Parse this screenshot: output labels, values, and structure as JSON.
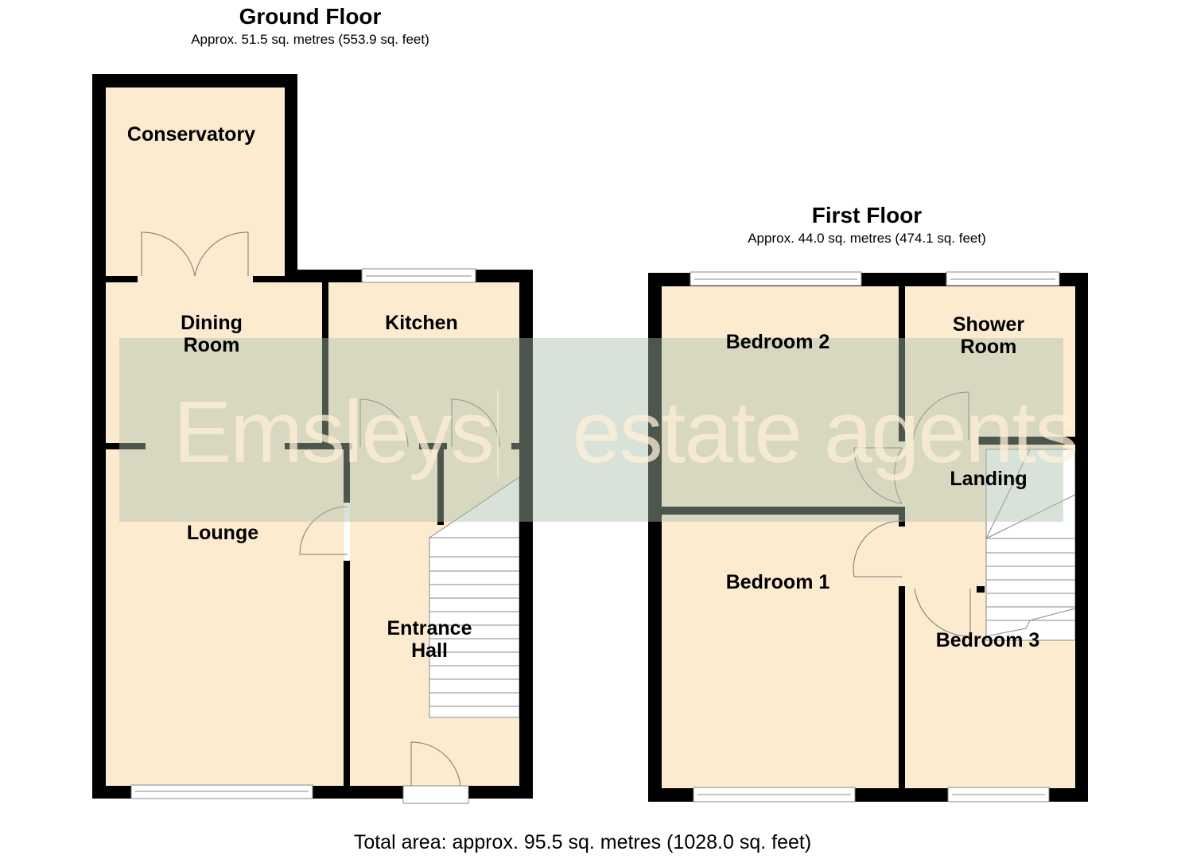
{
  "ground_floor": {
    "title": "Ground Floor",
    "area": "Approx. 51.5 sq. metres (553.9 sq. feet)",
    "rooms": {
      "conservatory": "Conservatory",
      "dining_line1": "Dining",
      "dining_line2": "Room",
      "kitchen": "Kitchen",
      "lounge": "Lounge",
      "hall_line1": "Entrance",
      "hall_line2": "Hall"
    }
  },
  "first_floor": {
    "title": "First Floor",
    "area": "Approx. 44.0 sq. metres (474.1 sq. feet)",
    "rooms": {
      "bedroom2": "Bedroom 2",
      "shower_line1": "Shower",
      "shower_line2": "Room",
      "landing": "Landing",
      "bedroom1": "Bedroom 1",
      "bedroom3": "Bedroom 3"
    }
  },
  "total_area": "Total area: approx. 95.5 sq. metres (1028.0 sq. feet)",
  "watermark": {
    "brand": "Emsleys",
    "tagline": "estate agents"
  },
  "colors": {
    "room_fill": "#fdebd0",
    "wall": "#000000",
    "stairs": "#ffffff"
  }
}
